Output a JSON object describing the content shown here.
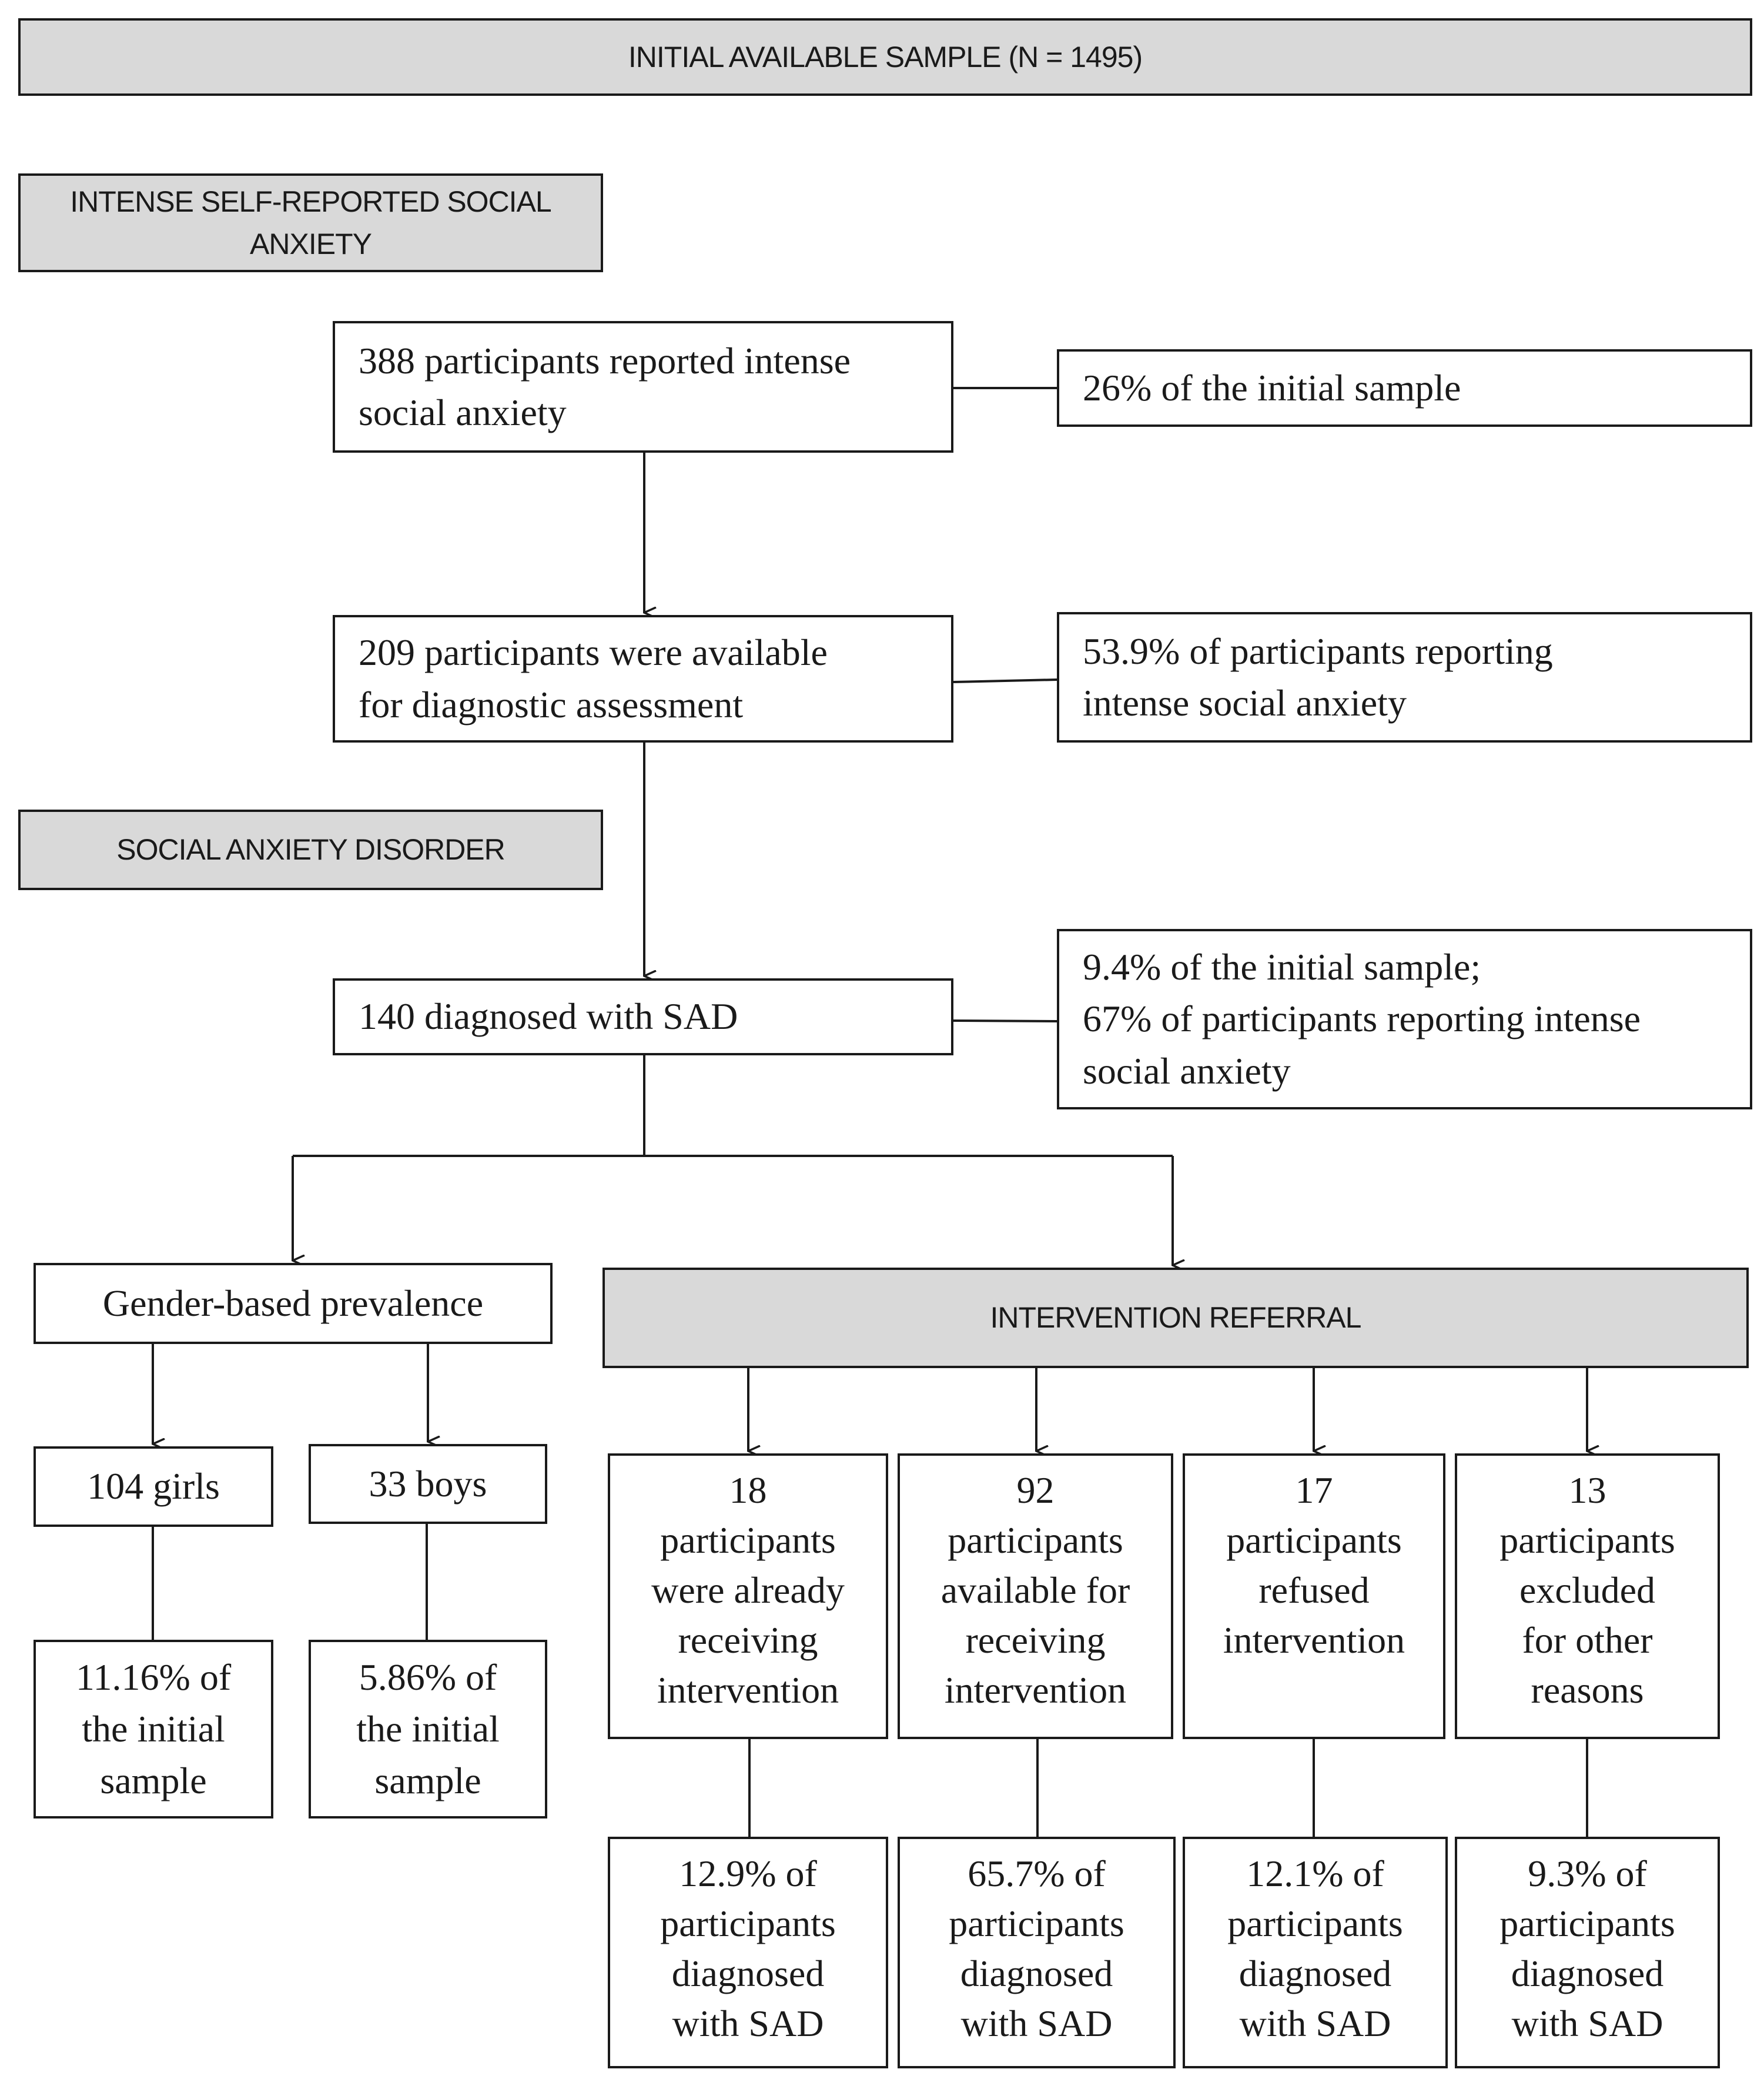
{
  "sections": {
    "initial_sample": "INITIAL AVAILABLE SAMPLE (N = 1495)",
    "self_reported": "INTENSE SELF-REPORTED SOCIAL ANXIETY",
    "sad": "SOCIAL ANXIETY DISORDER",
    "intervention": "INTERVENTION REFERRAL"
  },
  "nodes": {
    "reported": "388 participants  reported intense\nsocial  anxiety",
    "reported_pct": "26% of the initial  sample",
    "available": "209 participants  were available\nfor diagnostic  assessment",
    "available_pct": "53.9% of participants  reporting\nintense  social  anxiety",
    "diagnosed": "140 diagnosed  with  SAD",
    "diagnosed_pct": "9.4% of the initial  sample;\n67% of participants  reporting  intense\nsocial anxiety",
    "gender": "Gender-based prevalence",
    "girls": "104 girls",
    "boys": "33 boys",
    "girls_pct": "11.16% of\nthe initial\nsample",
    "boys_pct": "5.86% of\nthe initial\nsample"
  },
  "referral": [
    {
      "label": "18\nparticipants\nwere already\nreceiving\nintervention",
      "pct": "12.9% of\nparticipants\ndiagnosed\nwith SAD"
    },
    {
      "label": "92\nparticipants\navailable  for\nreceiving\nintervention",
      "pct": "65.7% of\nparticipants\ndiagnosed\nwith SAD"
    },
    {
      "label": "17\nparticipants\nrefused\nintervention",
      "pct": "12.1% of\nparticipants\ndiagnosed\nwith SAD"
    },
    {
      "label": "13\nparticipants\nexcluded\nfor other\nreasons",
      "pct": "9.3% of\nparticipants\ndiagnosed\nwith SAD"
    }
  ],
  "colors": {
    "header_fill": "#d9d9d9",
    "line": "#1a1a1a",
    "box_fill": "#ffffff"
  }
}
